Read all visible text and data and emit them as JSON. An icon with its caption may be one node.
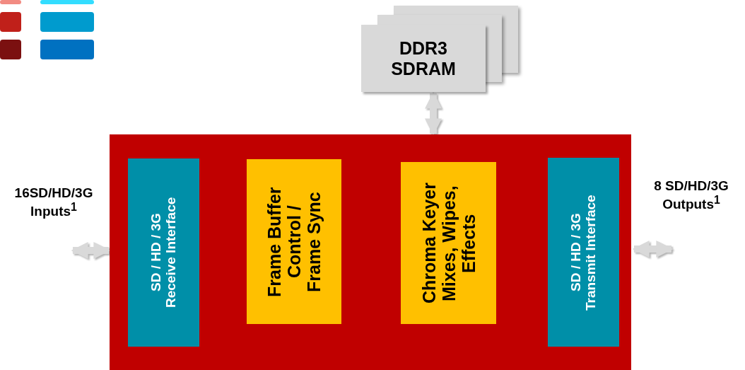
{
  "diagram": {
    "nodes": [
      {
        "text": [
          "DDR3 SDRAM"
        ]
      },
      {
        "text": [],
        "shape": "box"
      },
      {
        "text": [
          "SD / HD / 3G Receive Interface"
        ],
        "in": 1
      },
      {
        "text": [
          "Frame Buffer Control / Frame Sync"
        ],
        "in": 1
      },
      {
        "text": [
          "Chroma Keyer Mixes, Wipes, Effects"
        ],
        "in": 1
      },
      {
        "text": [
          "SD / HD / 3G Transmit Interface"
        ],
        "in": 1
      },
      {
        "text": [
          "16SD/HD/3G Inputs$^{1}$"
        ]
      },
      {
        "text": [
          "8 SD/HD/3G Outputs$^{1}$"
        ]
      }
    ],
    "edges": [
      {
        "from": 0,
        "to": 1,
        "arrow": "both"
      },
      {
        "from": 6,
        "to": 1,
        "arrow": "both"
      },
      {
        "from": 1,
        "to": 7,
        "arrow": "both"
      }
    ]
  }
}
